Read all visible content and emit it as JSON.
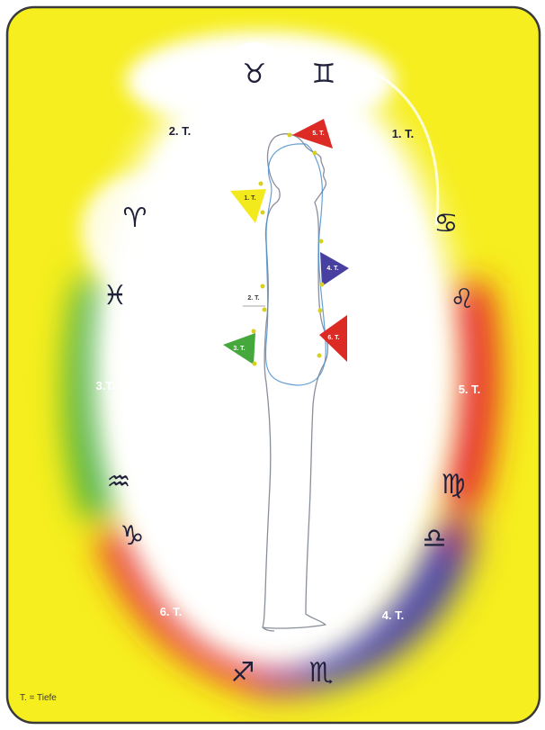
{
  "colors": {
    "background": "#f6ee1e",
    "green_band": "#3aa935",
    "red_band": "#e62a25",
    "blue_band": "#4b45a6",
    "marker_red": "#dc2a25",
    "marker_yellow": "#f2ea1c",
    "marker_blue": "#4840a0",
    "marker_green": "#44a83c",
    "sign_color": "#1f1f3a",
    "figure_outline": "#8a8f9c",
    "meridian_line": "#4a8fd0"
  },
  "zodiac": {
    "taurus": "♉",
    "gemini": "♊",
    "aries": "♈",
    "cancer": "♋",
    "pisces": "♓",
    "leo": "♌",
    "aquarius": "♒",
    "virgo": "♍",
    "capricorn": "♑",
    "libra": "♎",
    "sagittarius": "♐",
    "scorpio": "♏"
  },
  "ring_labels": {
    "t2": "2. T.",
    "t1": "1. T.",
    "t3": "3.T.",
    "t5": "5. T.",
    "t6": "6. T.",
    "t4": "4. T."
  },
  "markers": {
    "head": "5. T.",
    "back_upper": "1. T.",
    "chest": "4. T.",
    "back_mid": "2. T.",
    "abdomen": "6. T.",
    "hip": "3. T."
  },
  "legend": "T. = Tiefe"
}
